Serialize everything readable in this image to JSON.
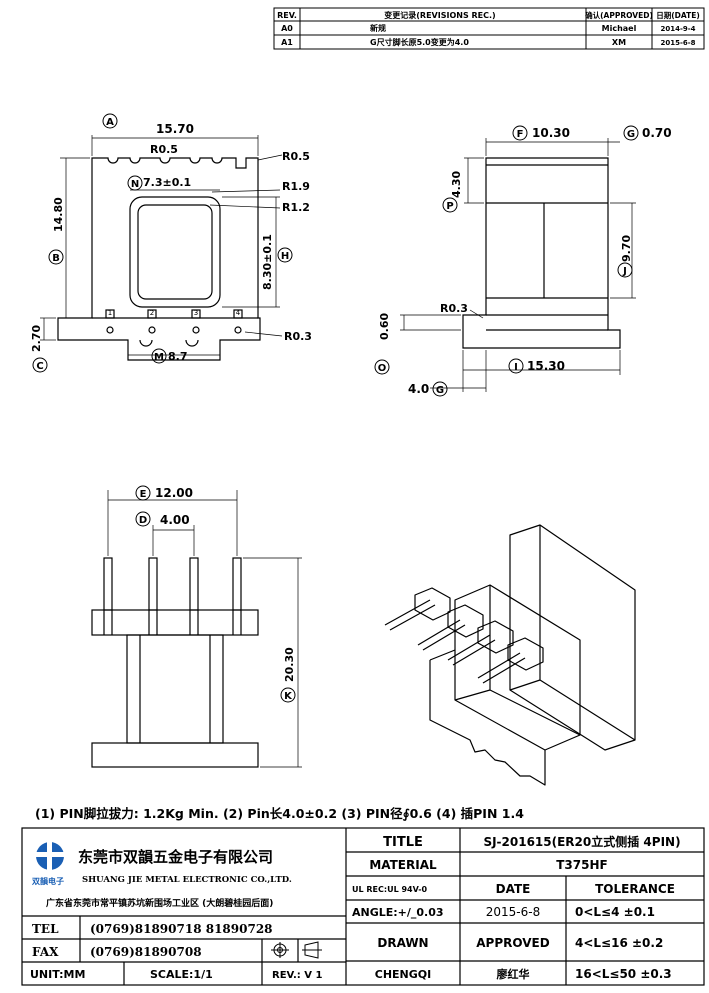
{
  "revision_table": {
    "headers": {
      "rev": "REV.",
      "change": "变更记录(REVISIONS REC.)",
      "approved": "确认(APPROVED)",
      "date": "日期(DATE)"
    },
    "rows": [
      {
        "rev": "A0",
        "change": "新规",
        "approved": "Michael",
        "date": "2014-9-4"
      },
      {
        "rev": "A1",
        "change": "G尺寸脚长原5.0变更为4.0",
        "approved": "XM",
        "date": "2015-6-8"
      }
    ]
  },
  "top_view": {
    "a_width": "15.70",
    "r05_top": "R0.5",
    "r05_right": "R0.5",
    "n_label": "7.3±0.1",
    "r19": "R1.9",
    "r12": "R1.2",
    "h_label": "8.30±0.1",
    "b_label": "14.80",
    "c_label": "2.70",
    "m_label": "8.7",
    "r03": "R0.3",
    "pins": [
      "1",
      "2",
      "3",
      "4"
    ]
  },
  "side_view": {
    "f_label": "10.30",
    "g_label": "0.70",
    "p_label": "4.30",
    "j_label": "9.70",
    "r03": "R0.3",
    "o_label": "0.60",
    "i_label": "15.30",
    "g_dim": "4.0"
  },
  "front_view": {
    "e_label": "12.00",
    "d_label": "4.00",
    "k_label": "20.30"
  },
  "circle_letters": [
    "A",
    "B",
    "C",
    "D",
    "E",
    "F",
    "G",
    "H",
    "I",
    "J",
    "K",
    "M",
    "N",
    "O",
    "P"
  ],
  "notes": "(1) PIN脚拉拔力: 1.2Kg  Min.  (2) Pin长4.0±0.2  (3) PIN径∮0.6  (4) 插PIN 1.4",
  "title_block": {
    "company_cn": "东莞市双韻五金电子有限公司",
    "company_en": "SHUANG JIE METAL ELECTRONIC CO.,LTD.",
    "logo_text": "双韻电子",
    "address": "广东省东莞市常平镇苏坑新围场工业区 (大朗碧桂园后面)",
    "tel_label": "TEL",
    "tel": "(0769)81890718  81890728",
    "fax_label": "FAX",
    "fax": "(0769)81890708",
    "unit": "UNIT:MM",
    "scale": "SCALE:1/1",
    "rev": "REV.: V 1",
    "title_label": "TITLE",
    "title_value": "SJ-201615(ER20立式侧插  4PIN)",
    "material_label": "MATERIAL",
    "material_value": "T375HF",
    "ul_label": "UL REC:UL 94V-0",
    "date_label": "DATE",
    "tolerance_label": "TOLERANCE",
    "angle_label": "ANGLE:+/_0.03",
    "date_value": "2015-6-8",
    "tol1": "0<L≤4   ±0.1",
    "drawn_label": "DRAWN",
    "approved_label": "APPROVED",
    "tol2": "4<L≤16  ±0.2",
    "drawn_name": "CHENGQI",
    "approved_name": "廖红华",
    "tol3": "16<L≤50  ±0.3"
  },
  "colors": {
    "logo_blue": "#1a5fb4",
    "ink": "#000000"
  }
}
